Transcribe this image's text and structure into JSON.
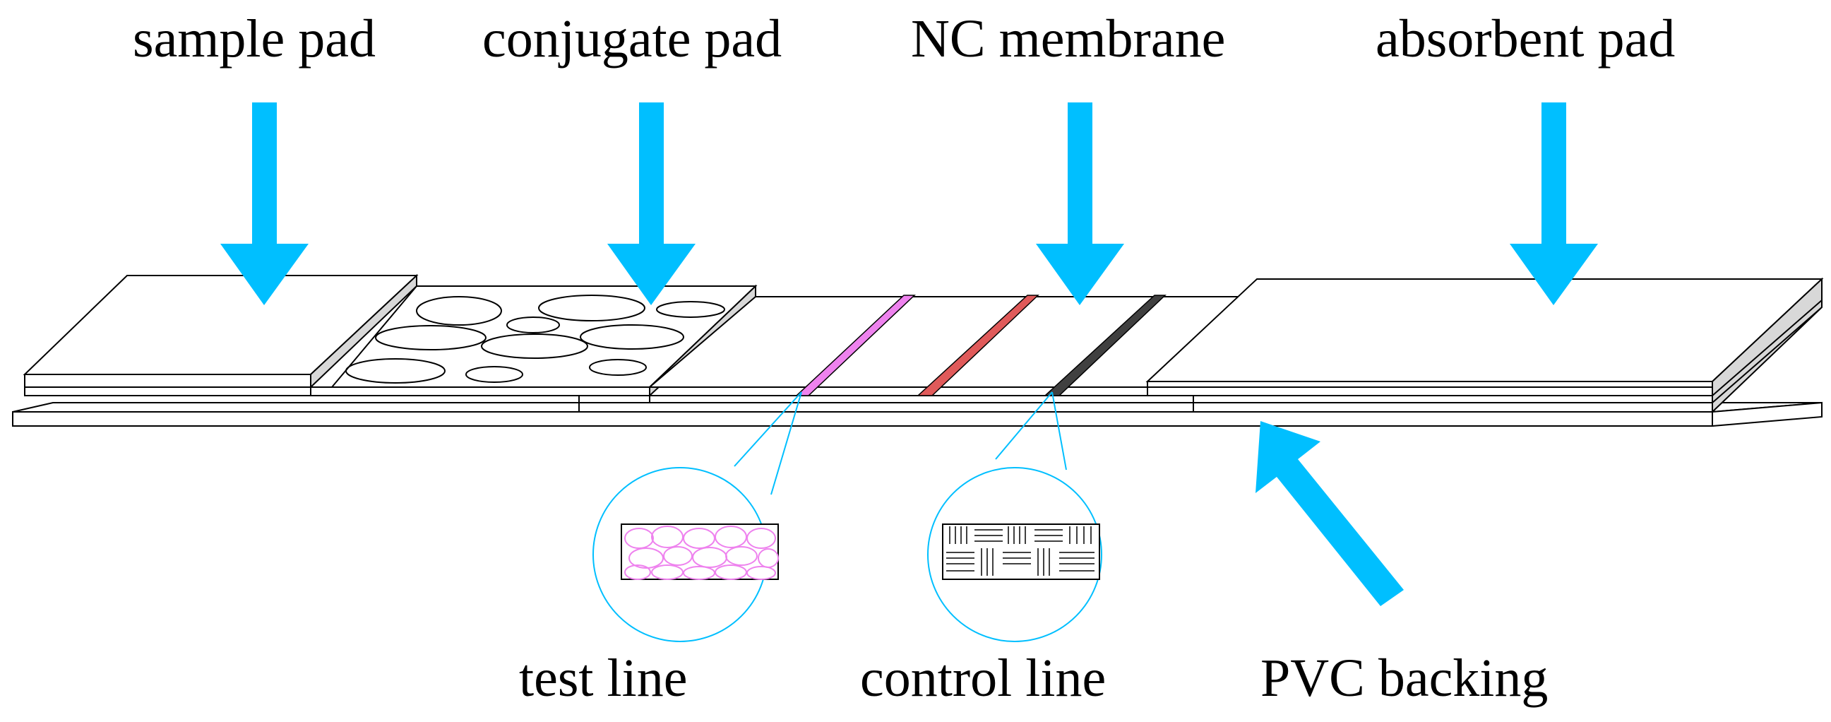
{
  "labels": {
    "sample_pad": "sample pad",
    "conjugate_pad": "conjugate pad",
    "nc_membrane": "NC membrane",
    "absorbent_pad": "absorbent pad",
    "test_line": "test line",
    "control_line": "control line",
    "pvc_backing": "PVC backing"
  },
  "colors": {
    "arrow": "#00bfff",
    "test_line": "#ee82ee",
    "middle_line": "#e05a5a",
    "control_line": "#404040",
    "outline": "#000000",
    "callout": "#00bfff"
  }
}
